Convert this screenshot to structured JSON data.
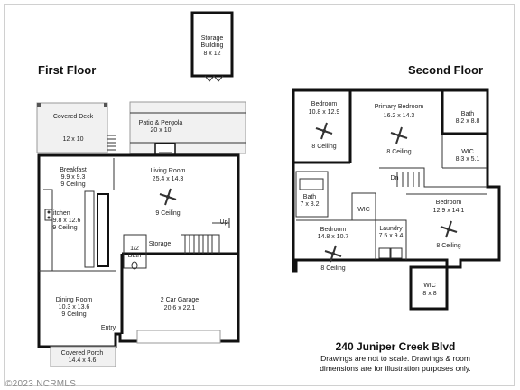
{
  "headings": {
    "first_floor": "First Floor",
    "second_floor": "Second Floor"
  },
  "address": "240 Juniper Creek Blvd",
  "disclaimer": {
    "line1": "Drawings are not to scale. Drawings & room",
    "line2": "dimensions are for illustration purposes only."
  },
  "copyright": "©2023 NCRMLS",
  "first_floor_rooms": {
    "storage_building": {
      "name1": "Storage",
      "name2": "Building",
      "dims": "8 x 12"
    },
    "covered_deck": {
      "name": "Covered Deck",
      "dims": "12 x 10"
    },
    "patio_pergola": {
      "name": "Patio & Pergola",
      "dims": "20 x 10"
    },
    "breakfast": {
      "name": "Breakfast",
      "dims": "9.9 x 9.3",
      "ceiling": "9 Ceiling"
    },
    "living_room": {
      "name": "Living Room",
      "dims": "25.4 x 14.3",
      "ceiling": "9 Ceiling"
    },
    "kitchen": {
      "name": "Kitchen",
      "dims": "9.8 x 12.6",
      "ceiling": "9 Ceiling"
    },
    "half_bath": {
      "name1": "1/2",
      "name2": "Bath"
    },
    "storage": {
      "name": "Storage"
    },
    "up": {
      "name": "Up"
    },
    "dining_room": {
      "name": "Dining Room",
      "dims": "10.3 x 13.6",
      "ceiling": "9 Ceiling"
    },
    "garage": {
      "name": "2 Car Garage",
      "dims": "20.6 x 22.1"
    },
    "entry": {
      "name": "Entry"
    },
    "covered_porch": {
      "name": "Covered Porch",
      "dims": "14.4 x 4.6"
    }
  },
  "second_floor_rooms": {
    "bedroom_1": {
      "name": "Bedroom",
      "dims": "10.8 x 12.9",
      "ceiling": "8 Ceiling"
    },
    "primary_bedroom": {
      "name": "Primary Bedroom",
      "dims": "16.2 x 14.3",
      "ceiling": "8 Ceiling"
    },
    "primary_bath": {
      "name": "Bath",
      "dims": "8.2 x 8.8"
    },
    "wic_primary": {
      "name": "WIC",
      "dims": "8.3 x 5.1"
    },
    "dn": {
      "name": "Dn"
    },
    "bath_2": {
      "name": "Bath",
      "dims": "7 x 8.2"
    },
    "wic_small": {
      "name": "WIC"
    },
    "bedroom_3": {
      "name": "Bedroom",
      "dims": "12.9 x 14.1",
      "ceiling": "8 Ceiling"
    },
    "bedroom_2": {
      "name": "Bedroom",
      "dims": "14.8 x 10.7",
      "ceiling": "8 Ceiling"
    },
    "laundry": {
      "name": "Laundry",
      "dims": "7.5 x 9.4"
    },
    "wic_3": {
      "name": "WIC",
      "dims": "8 x 8"
    }
  },
  "icons": {
    "ceiling_fan": "ceiling-fan-icon",
    "toilet": "toilet-icon",
    "stove": "stove-icon"
  }
}
